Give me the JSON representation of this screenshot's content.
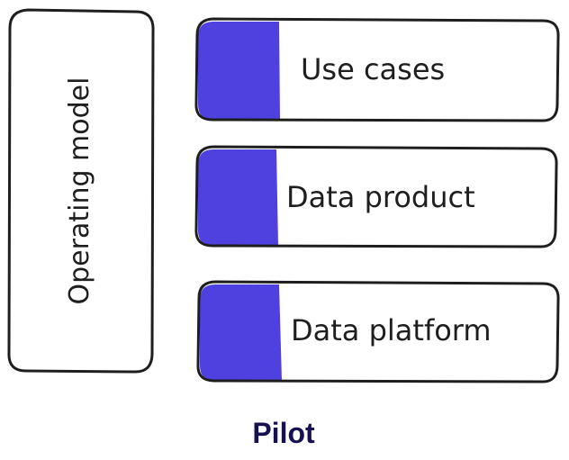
{
  "diagram": {
    "side_box": {
      "label": "Operating model"
    },
    "layers": [
      {
        "label": "Use cases"
      },
      {
        "label": "Data product"
      },
      {
        "label": "Data platform"
      }
    ],
    "caption": "Pilot"
  },
  "colors": {
    "accent": "#4f40e0",
    "stroke": "#1e1e1e",
    "caption": "#17124f"
  }
}
